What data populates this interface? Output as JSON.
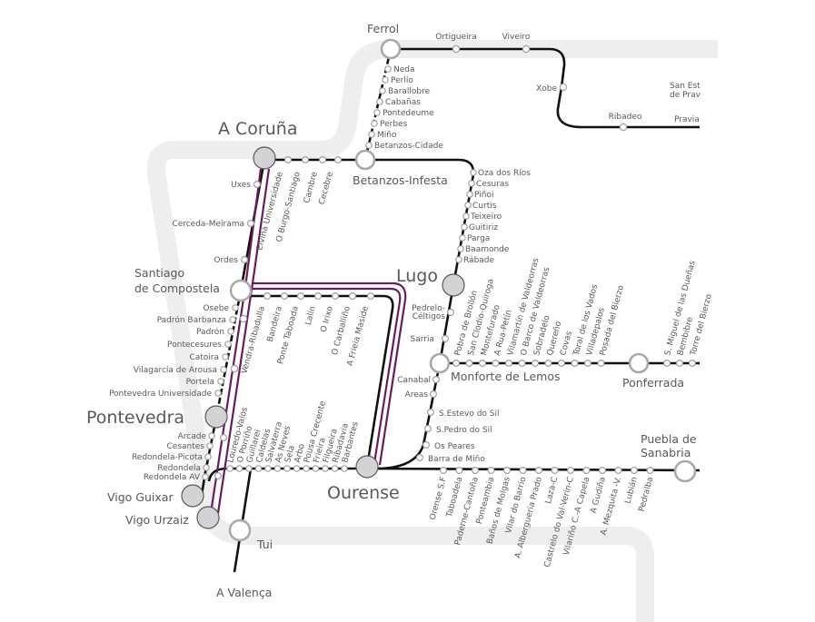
{
  "colors": {
    "rail": "#111111",
    "purple": "#6d1a5c",
    "band": "#eeeeee",
    "label": "#595959"
  },
  "hubs": {
    "ferrol": "Ferrol",
    "a_coruna": "A Coruña",
    "betanzos_infesta": "Betanzos-Infesta",
    "santiago_1": "Santiago",
    "santiago_2": "de Compostela",
    "lugo": "Lugo",
    "monforte": "Monforte de Lemos",
    "ponferrada": "Ponferrada",
    "pontevedra": "Pontevedra",
    "ourense": "Ourense",
    "vigo_guixar": "Vigo Guixar",
    "vigo_urzaiz": "Vigo Urzaiz",
    "tui": "Tui",
    "a_valenca": "A Valença",
    "puebla_1": "Puebla de",
    "puebla_2": "Sanabria",
    "san_esteban_1": "San Est",
    "san_esteban_2": "de Prav",
    "pravia": "Pravia"
  },
  "lines": {
    "ferrol_north": [
      "Ortigueira",
      "Viveiro",
      "Xobe",
      "Ribadeo"
    ],
    "ferrol_betanzos": [
      "Neda",
      "Perlío",
      "Barallobre",
      "Cabañas",
      "Pontedeume",
      "Perbes",
      "Miño",
      "Betanzos-Cidade"
    ],
    "coruna_east": [
      "Elviña Universidade",
      "O Burgo-Santiago",
      "Cambre",
      "Cecebre"
    ],
    "coruna_south": [
      "Uxes",
      "Cerceda-Meirama",
      "Ordes"
    ],
    "betanzos_lugo": [
      "Oza dos Ríos",
      "Cesuras",
      "Piñoi",
      "Curtis",
      "Teixeiro",
      "Guitiriz",
      "Parga",
      "Baamonde",
      "Rábade"
    ],
    "lugo_monforte": [
      "Pedrelo-",
      "Céltigos",
      "Sarria"
    ],
    "monforte_ourense": [
      "Canabal",
      "Areas",
      "S.Estevo do Sil",
      "S.Pedro do Sil",
      "Os Peares",
      "Barra de Miño"
    ],
    "santiago_ourense": [
      "Vendra-Ribadulla",
      "Bandeira",
      "Ponte Taboada",
      "Lalín",
      "O Irixo",
      "O Carballiño",
      "A Frieia Maside"
    ],
    "santiago_pontevedra": [
      "Osebe",
      "Padrón Barbanza",
      "Padrón",
      "Pontecesures",
      "Catoira",
      "Vilagarcía de Arousa",
      "Portela",
      "Pontevedra Universidade"
    ],
    "pontevedra_vigo": [
      "Arcade",
      "Cesantes",
      "Redondela-Picota",
      "Redondela",
      "Redondela AV"
    ],
    "vigo_ourense": [
      "Louredo-Valos",
      "O Porriño",
      "Guillarei",
      "Caldelas",
      "Salvaterra",
      "As Neves",
      "Sela",
      "Arbo",
      "Pousa Crecente",
      "Frieira",
      "Filgueira",
      "Ribadavia",
      "Barbantes"
    ],
    "monforte_ponferrada": [
      "Pobra de Brollón",
      "San Clodio-Quiroga",
      "Montefurado",
      "A Rua-Petín",
      "Vilamartín de Valdeorras",
      "O Barco de Valdeorras",
      "Sobradelo",
      "Quereño",
      "Covas",
      "Toral de los Vados",
      "Villadepalos",
      "Posada del Bierzo"
    ],
    "ponferrada_east": [
      "S. Miguel de las Dueñas",
      "Bembibre",
      "Torre del Bierzo"
    ],
    "ourense_sanabria": [
      "Orense S.F",
      "Taboadela",
      "Paderne-Cantoña",
      "Ponteambia",
      "Baños de Molgas",
      "Vilar do Barrio",
      "A. Albergueria Prado",
      "Laza-C",
      "Castrelo do Val-Verín-C",
      "Vilariño C.-A Capela",
      "A Gudiña",
      "A. Mezquita -V.",
      "Lubián",
      "Pedralba"
    ]
  }
}
